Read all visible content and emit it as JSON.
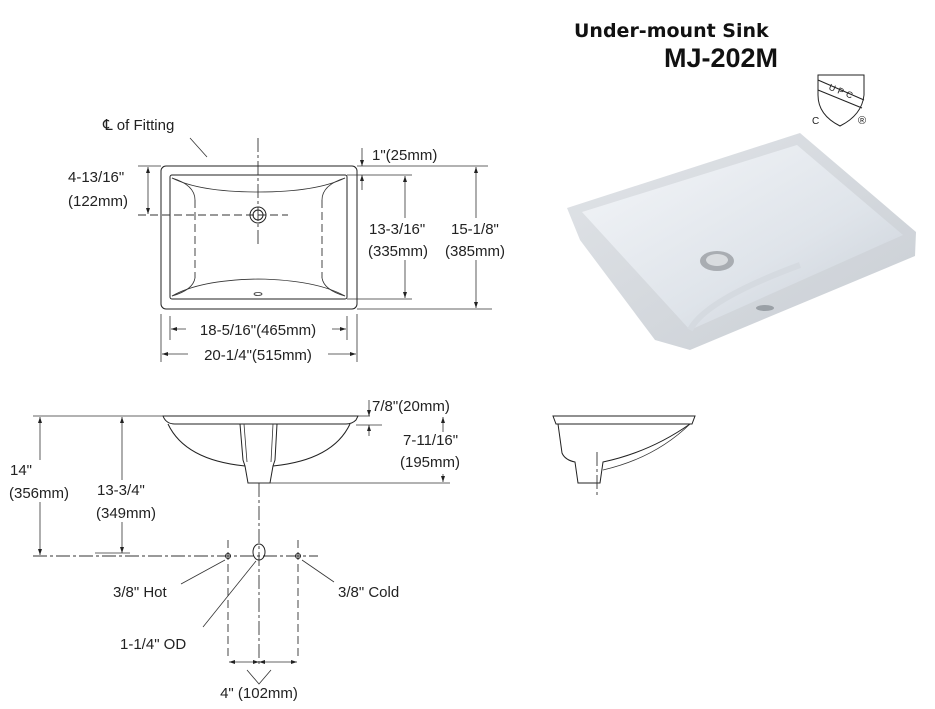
{
  "header": {
    "title": "Under-mount Sink",
    "model": "MJ-202M"
  },
  "certification": {
    "mark": "UPC",
    "prefix": "C",
    "registered": "®"
  },
  "plan_view": {
    "centerline_label": "℄ of Fitting",
    "rim_depth": "1\"(25mm)",
    "drain_offset_in": "4-13/16\"",
    "drain_offset_mm": "(122mm)",
    "inner_depth_in": "13-3/16\"",
    "inner_depth_mm": "(335mm)",
    "outer_depth_in": "15-1/8\"",
    "outer_depth_mm": "(385mm)",
    "inner_width": "18-5/16\"(465mm)",
    "outer_width": "20-1/4\"(515mm)"
  },
  "section_view": {
    "rim_thickness": "7/8\"(20mm)",
    "bowl_height_in": "7-11/16\"",
    "bowl_height_mm": "(195mm)",
    "supply_height_in": "14\"",
    "supply_height_mm": "(356mm)",
    "drain_height_in": "13-3/4\"",
    "drain_height_mm": "(349mm)",
    "hot_label": "3/8\" Hot",
    "cold_label": "3/8\" Cold",
    "drain_label": "1-1/4\" OD",
    "supply_spacing": "4\" (102mm)"
  }
}
